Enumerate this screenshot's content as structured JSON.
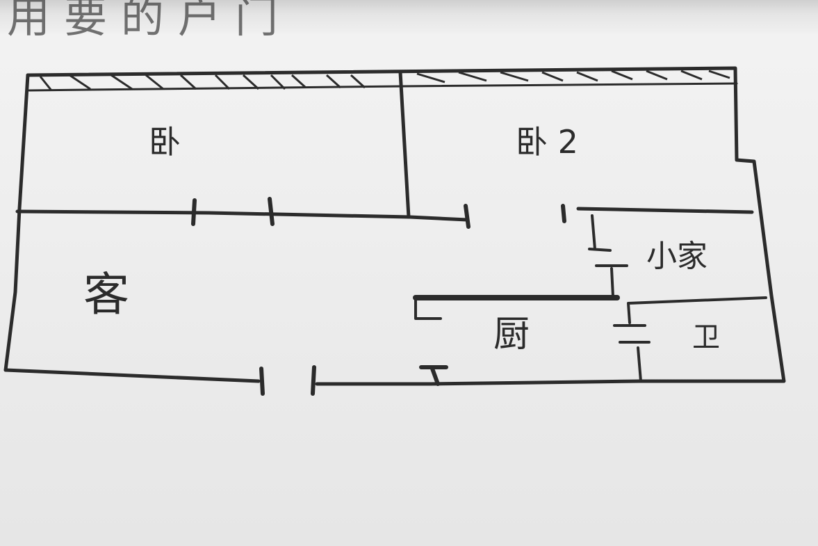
{
  "background_text": "用要的户门",
  "rooms": {
    "bedroom1": "卧",
    "bedroom2": "卧 2",
    "study": "小家",
    "living": "客",
    "kitchen": "厨",
    "bathroom": "卫"
  },
  "colors": {
    "ink": "#2b2b2b",
    "paper": "#efefef"
  }
}
